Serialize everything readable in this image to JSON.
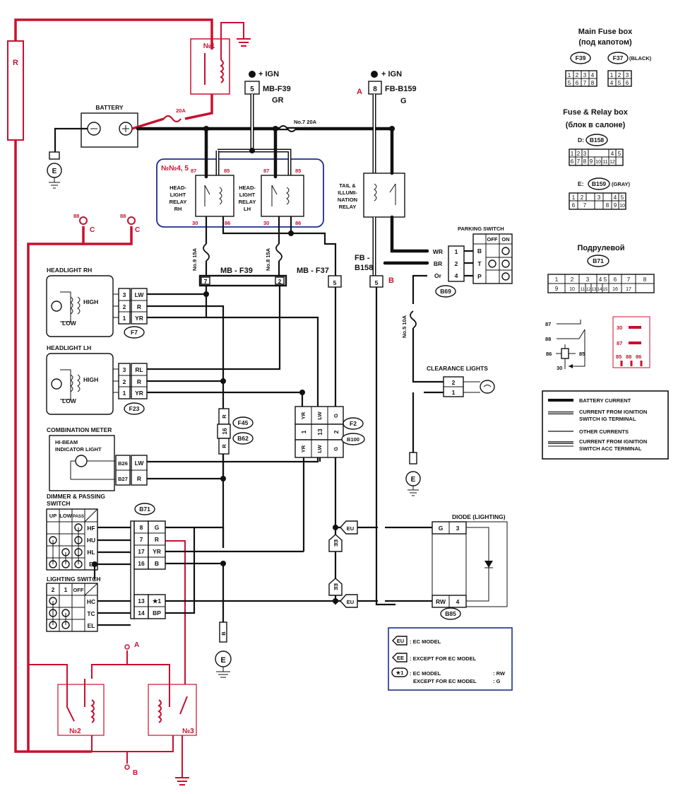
{
  "top": {
    "relay1": "№1",
    "wire_r": "R",
    "battery": "BATTERY",
    "fuse_20a": "20A",
    "ign": "+ IGN",
    "mb_f39_pin": "5",
    "mb_f39": "MB-F39",
    "gr": "GR",
    "fb_pin": "8",
    "fb_b159": "FB-B159",
    "g": "G",
    "a": "A",
    "fuse7": "No.7 20A"
  },
  "relays": {
    "group": "№№4, 5",
    "rh_label": "HEAD-\nLIGHT\nRELAY\nRH",
    "lh_label": "HEAD-\nLIGHT\nRELAY\nLH",
    "tail_label": "TAIL &\nILLUMI-\nNATION\nRELAY",
    "p87": "87",
    "p85": "85",
    "p30": "30",
    "p86": "86"
  },
  "mid": {
    "fuse9": "No.9 15A",
    "fuse8": "No.8 15A",
    "mb_f39_box": "MB - F39",
    "mb_f39_p7": "7",
    "mb_f39_p2": "2",
    "mb_f37": "MB - F37",
    "mb_f37_pin": "5",
    "fb_b158": "FB -\nB158",
    "fb_b158_pin": "5",
    "b": "B",
    "fuse5": "No.5 10A",
    "n88": "88",
    "c": "C"
  },
  "parking": {
    "title": "PARKING SWITCH",
    "off": "OFF",
    "on": "ON",
    "rows": [
      {
        "wire": "WR",
        "pin": "1",
        "term": "B"
      },
      {
        "wire": "BR",
        "pin": "2",
        "term": "T"
      },
      {
        "wire": "Or",
        "pin": "4",
        "term": "P"
      }
    ],
    "conn": "B69"
  },
  "headlight_rh": {
    "title": "HEADLIGHT RH",
    "high": "HIGH",
    "low": "LOW",
    "rows": [
      {
        "pin": "3",
        "wire": "LW"
      },
      {
        "pin": "2",
        "wire": "R"
      },
      {
        "pin": "1",
        "wire": "YR"
      }
    ],
    "conn": "F7"
  },
  "headlight_lh": {
    "title": "HEADLIGHT LH",
    "high": "HIGH",
    "low": "LOW",
    "rows": [
      {
        "pin": "3",
        "wire": "RL"
      },
      {
        "pin": "2",
        "wire": "R"
      },
      {
        "pin": "1",
        "wire": "YR"
      }
    ],
    "conn": "F23"
  },
  "meter": {
    "title": "COMBINATION METER",
    "sub": "HI-BEAM\nINDICATOR LIGHT",
    "rows": [
      {
        "pin": "B26",
        "wire": "LW"
      },
      {
        "pin": "B27",
        "wire": "R"
      }
    ]
  },
  "connectors": {
    "f45": "F45",
    "f45_pin": "16",
    "b62": "B62",
    "r": "R",
    "f2": "F2",
    "b100": "B100",
    "f2_wires": [
      "YR",
      "LW",
      "G"
    ],
    "f2_pins": [
      "1",
      "13",
      "2"
    ]
  },
  "dimmer": {
    "title": "DIMMER & PASSING\nSWITCH",
    "cols": [
      "UP",
      "LOW",
      "PASS"
    ],
    "rows": [
      "HF",
      "HU",
      "HL",
      "E"
    ],
    "conn": "B71",
    "b71_rows": [
      {
        "pin": "8",
        "wire": "G"
      },
      {
        "pin": "7",
        "wire": "R"
      },
      {
        "pin": "17",
        "wire": "YR"
      },
      {
        "pin": "16",
        "wire": "B"
      },
      {
        "pin": "13",
        "wire": "★1"
      },
      {
        "pin": "14",
        "wire": "BP"
      }
    ]
  },
  "lighting": {
    "title": "LIGHTING SWITCH",
    "cols": [
      "2",
      "1",
      "OFF"
    ],
    "rows": [
      "HC",
      "TC",
      "EL"
    ]
  },
  "diode": {
    "title": "DIODE (LIGHTING)",
    "rows": [
      {
        "wire": "G",
        "pin": "3"
      },
      {
        "wire": "RW",
        "pin": "4"
      }
    ],
    "conn": "B85"
  },
  "clearance": {
    "title": "CLEARANCE LIGHTS",
    "pins": [
      "2",
      "1"
    ]
  },
  "grounds": {
    "e": "E",
    "b": "B"
  },
  "markers": {
    "eu": "EU",
    "ee": "EE"
  },
  "bottom_relays": {
    "n2": "№2",
    "n3": "№3",
    "a": "A",
    "b": "B"
  },
  "right": {
    "main_fuse_title": "Main Fuse box",
    "main_fuse_sub": "(под капотом)",
    "f39": "F39",
    "f37": "F37",
    "black": "(BLACK)",
    "f39_cells": [
      "1",
      "2",
      "3",
      "4",
      "5",
      "6",
      "7",
      "8"
    ],
    "f37_cells": [
      "1",
      "2",
      "3",
      "4",
      "5",
      "6"
    ],
    "fuse_relay_title": "Fuse & Relay box",
    "fuse_relay_sub": "(блок в салоне)",
    "d": "D:",
    "b158": "B158",
    "b158_cells": [
      "1",
      "2",
      "3",
      "4",
      "5",
      "6",
      "7",
      "8",
      "9",
      "10",
      "11",
      "12"
    ],
    "e": "E:",
    "b159": "B159",
    "gray": "(GRAY)",
    "b159_cells": [
      "1",
      "2",
      "3",
      "4",
      "5",
      "6",
      "7",
      "8",
      "9",
      "10"
    ],
    "podrul": "Подрулевой",
    "b71": "B71",
    "b71_top": [
      "1",
      "2",
      "3",
      "4",
      "5",
      "6",
      "7",
      "8"
    ],
    "b71_bot": [
      "9",
      "10",
      "11",
      "12",
      "13",
      "14",
      "15",
      "16",
      "17"
    ],
    "relay_pins": {
      "p87": "87",
      "p88": "88",
      "p86": "86",
      "p85": "85",
      "p30": "30"
    },
    "legend_red": {
      "p30": "30",
      "p87": "87",
      "p85": "85",
      "p88": "88",
      "p86": "86"
    }
  },
  "legend": {
    "items": [
      "BATTERY CURRENT",
      "CURRENT FROM IGNITION\nSWITCH IG TERMINAL",
      "OTHER CURRENTS",
      "CURRENT FROM IGNITION\nSWITCH ACC TERMINAL"
    ]
  },
  "model_legend": {
    "eu": "EU",
    "eu_text": ": EC MODEL",
    "ee": "EE",
    "ee_text": ": EXCEPT FOR EC MODEL",
    "star": "★1",
    "star_l1": ": EC MODEL",
    "star_l1r": ": RW",
    "star_l2": "EXCEPT FOR EC MODEL",
    "star_l2r": ": G"
  },
  "colors": {
    "red": "#c8102e",
    "black": "#111111",
    "relay_box": "#1e2e8a"
  }
}
